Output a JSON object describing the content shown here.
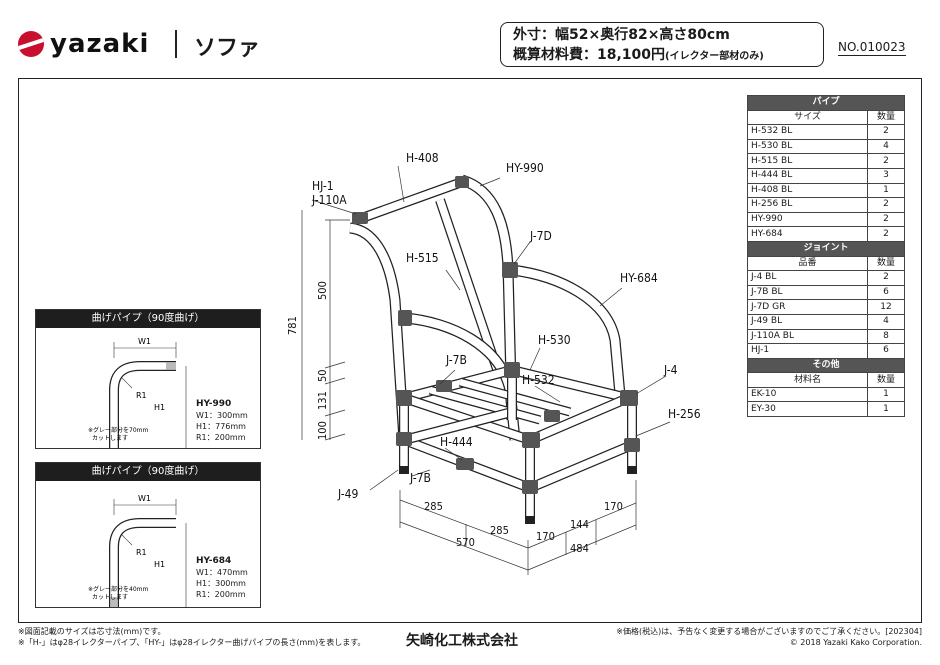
{
  "header": {
    "brand": "yazaki",
    "title": "ソファ",
    "size_line": "外寸：幅52×奥行82×高さ80cm",
    "cost_line": "概算材料費：18,100円",
    "cost_note": "(イレクター部材のみ)",
    "doc_no": "NO.010023"
  },
  "parts": {
    "pipe_title": "パイプ",
    "pipe_cols": [
      "サイズ",
      "数量"
    ],
    "pipes": [
      [
        "H-532 BL",
        "2"
      ],
      [
        "H-530 BL",
        "4"
      ],
      [
        "H-515 BL",
        "2"
      ],
      [
        "H-444 BL",
        "3"
      ],
      [
        "H-408 BL",
        "1"
      ],
      [
        "H-256 BL",
        "2"
      ],
      [
        "HY-990",
        "2"
      ],
      [
        "HY-684",
        "2"
      ]
    ],
    "joint_title": "ジョイント",
    "joint_cols": [
      "品番",
      "数量"
    ],
    "joints": [
      [
        "J-4 BL",
        "2"
      ],
      [
        "J-7B BL",
        "6"
      ],
      [
        "J-7D GR",
        "12"
      ],
      [
        "J-49 BL",
        "4"
      ],
      [
        "J-110A BL",
        "8"
      ],
      [
        "HJ-1",
        "6"
      ]
    ],
    "other_title": "その他",
    "other_cols": [
      "材料名",
      "数量"
    ],
    "others": [
      [
        "EK-10",
        "1"
      ],
      [
        "EY-30",
        "1"
      ]
    ]
  },
  "bend1": {
    "title": "曲げパイプ（90度曲げ）",
    "w_label": "W1",
    "r_label": "R1",
    "h_label": "H1",
    "note1": "※グレー部分を70mm",
    "note2": "カットします",
    "model": "HY-990",
    "w": "W1：300mm",
    "h": "H1：776mm",
    "r": "R1：200mm"
  },
  "bend2": {
    "title": "曲げパイプ（90度曲げ）",
    "w_label": "W1",
    "r_label": "R1",
    "h_label": "H1",
    "note1": "※グレー部分を40mm",
    "note2": "カットします",
    "model": "HY-684",
    "w": "W1：470mm",
    "h": "H1：300mm",
    "r": "R1：200mm"
  },
  "drawing": {
    "labels": {
      "hj1": "HJ-1",
      "j110a": "J-110A",
      "h408": "H-408",
      "hy990": "HY-990",
      "j7d": "J-7D",
      "h515": "H-515",
      "hy684": "HY-684",
      "h530": "H-530",
      "j7b_top": "J-7B",
      "h532": "H-532",
      "j4": "J-4",
      "h256": "H-256",
      "h444": "H-444",
      "j7b_bot": "J-7B",
      "j49": "J-49"
    },
    "dims": {
      "d781": "781",
      "d500": "500",
      "d50": "50",
      "d131": "131",
      "d100": "100",
      "d285a": "285",
      "d285b": "285",
      "d570": "570",
      "d170a": "170",
      "d144": "144",
      "d170b": "170",
      "d484": "484"
    }
  },
  "footer": {
    "note1": "※図面記載のサイズは芯寸法(mm)です。",
    "note2": "※「H-」はφ28イレクターパイプ、「HY-」はφ28イレクター曲げパイプの長さ(mm)を表します。",
    "company": "矢崎化工株式会社",
    "price_note": "※価格(税込)は、予告なく変更する場合がございますのでご了承ください。[202304]",
    "copyright": "© 2018 Yazaki Kako Corporation."
  },
  "colors": {
    "brand_red": "#c8102e",
    "header_dark": "#1e1e1e",
    "table_section": "#555555"
  }
}
